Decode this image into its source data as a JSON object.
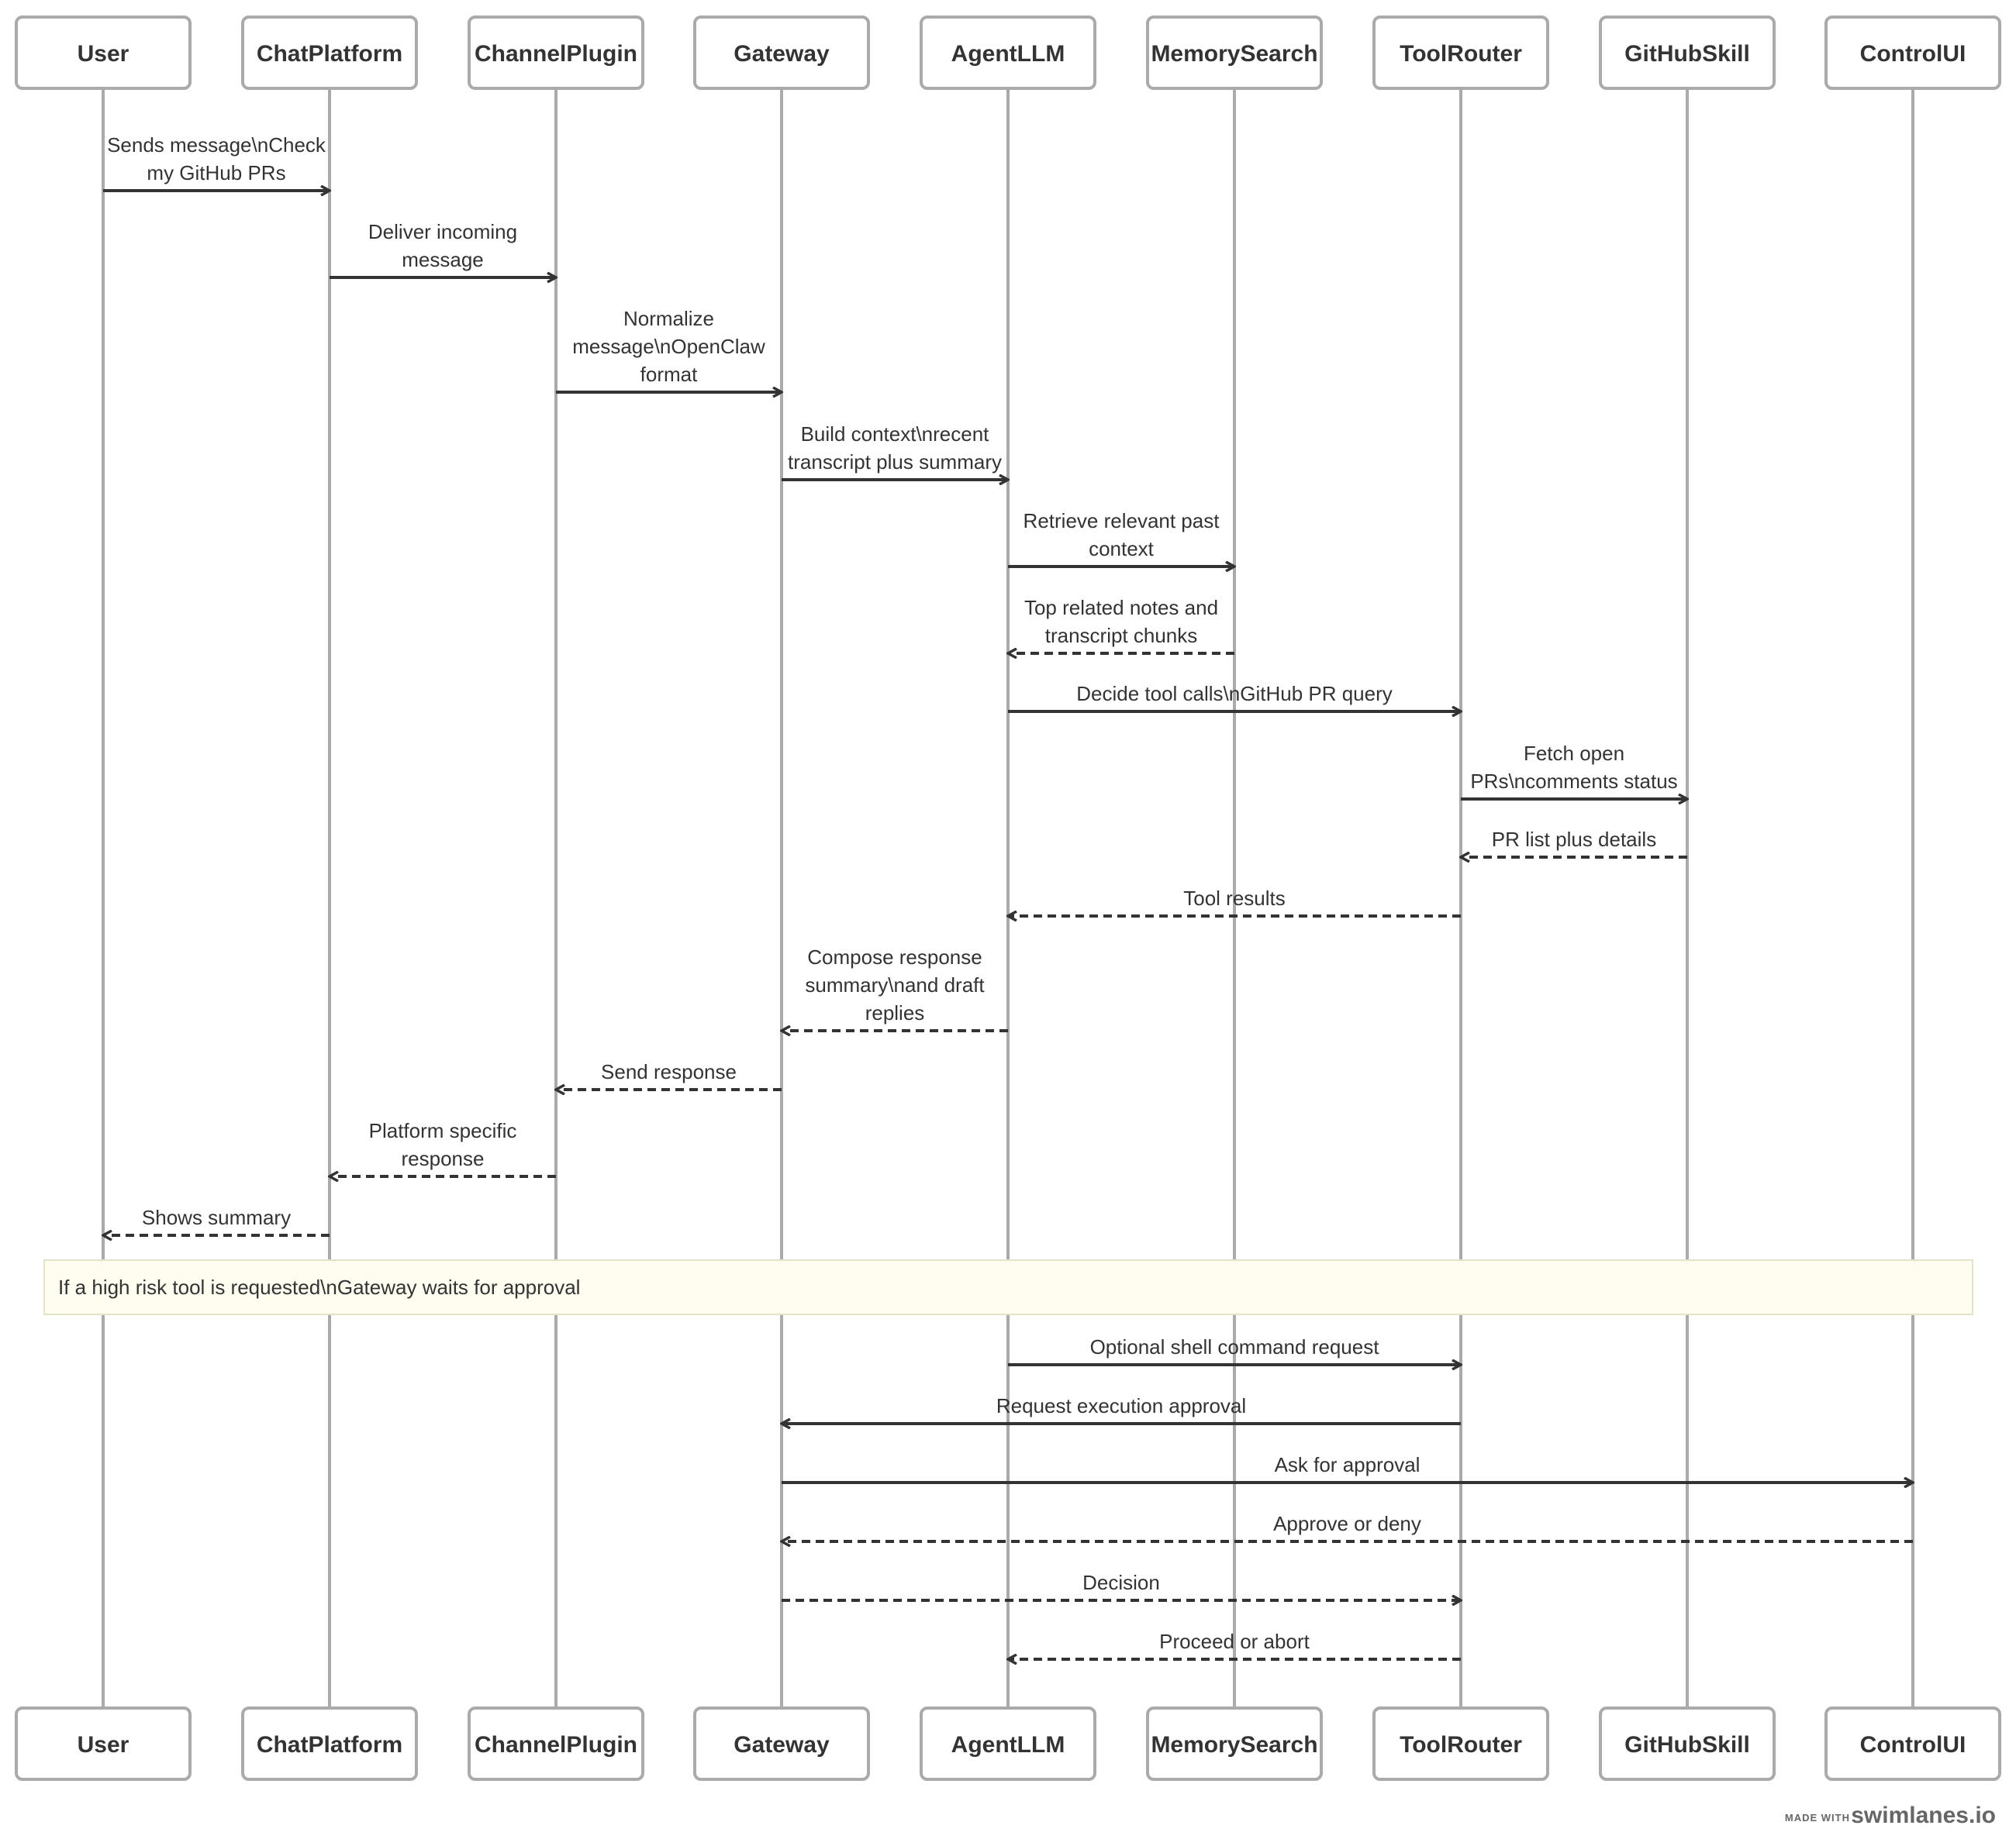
{
  "participants": [
    "User",
    "ChatPlatform",
    "ChannelPlugin",
    "Gateway",
    "AgentLLM",
    "MemorySearch",
    "ToolRouter",
    "GitHubSkill",
    "ControlUI"
  ],
  "messages": [
    {
      "from": 0,
      "to": 1,
      "style": "solid",
      "lines": [
        "Sends message\\nCheck",
        "my GitHub PRs"
      ]
    },
    {
      "from": 1,
      "to": 2,
      "style": "solid",
      "lines": [
        "Deliver incoming",
        "message"
      ]
    },
    {
      "from": 2,
      "to": 3,
      "style": "solid",
      "lines": [
        "Normalize",
        "message\\nOpenClaw",
        "format"
      ]
    },
    {
      "from": 3,
      "to": 4,
      "style": "solid",
      "lines": [
        "Build context\\nrecent",
        "transcript plus summary"
      ]
    },
    {
      "from": 4,
      "to": 5,
      "style": "solid",
      "lines": [
        "Retrieve relevant past",
        "context"
      ]
    },
    {
      "from": 5,
      "to": 4,
      "style": "dashed",
      "lines": [
        "Top related notes and",
        "transcript chunks"
      ]
    },
    {
      "from": 4,
      "to": 6,
      "style": "solid",
      "lines": [
        "Decide tool calls\\nGitHub PR query"
      ]
    },
    {
      "from": 6,
      "to": 7,
      "style": "solid",
      "lines": [
        "Fetch open",
        "PRs\\ncomments status"
      ]
    },
    {
      "from": 7,
      "to": 6,
      "style": "dashed",
      "lines": [
        "PR list plus details"
      ]
    },
    {
      "from": 6,
      "to": 4,
      "style": "dashed",
      "lines": [
        "Tool results"
      ]
    },
    {
      "from": 4,
      "to": 3,
      "style": "dashed",
      "lines": [
        "Compose response",
        "summary\\nand draft",
        "replies"
      ]
    },
    {
      "from": 3,
      "to": 2,
      "style": "dashed",
      "lines": [
        "Send response"
      ]
    },
    {
      "from": 2,
      "to": 1,
      "style": "dashed",
      "lines": [
        "Platform specific",
        "response"
      ]
    },
    {
      "from": 1,
      "to": 0,
      "style": "dashed",
      "lines": [
        "Shows summary"
      ]
    },
    {
      "from": 4,
      "to": 6,
      "style": "solid",
      "lines": [
        "Optional shell command request"
      ]
    },
    {
      "from": 6,
      "to": 3,
      "style": "solid",
      "lines": [
        "Request execution approval"
      ]
    },
    {
      "from": 3,
      "to": 8,
      "style": "solid",
      "lines": [
        "Ask for approval"
      ]
    },
    {
      "from": 8,
      "to": 3,
      "style": "dashed",
      "lines": [
        "Approve or deny"
      ]
    },
    {
      "from": 3,
      "to": 6,
      "style": "dashed",
      "lines": [
        "Decision"
      ]
    },
    {
      "from": 6,
      "to": 4,
      "style": "dashed",
      "lines": [
        "Proceed or abort"
      ]
    }
  ],
  "note": {
    "text": "If a high risk tool is requested\\nGateway waits for approval"
  },
  "watermark": {
    "prefix": "MADE WITH",
    "brand": "swimlanes.io"
  },
  "colors": {
    "line": "#aaaaaa",
    "arrow": "#333333",
    "text": "#333333",
    "note_fill": "#fffdf0"
  }
}
